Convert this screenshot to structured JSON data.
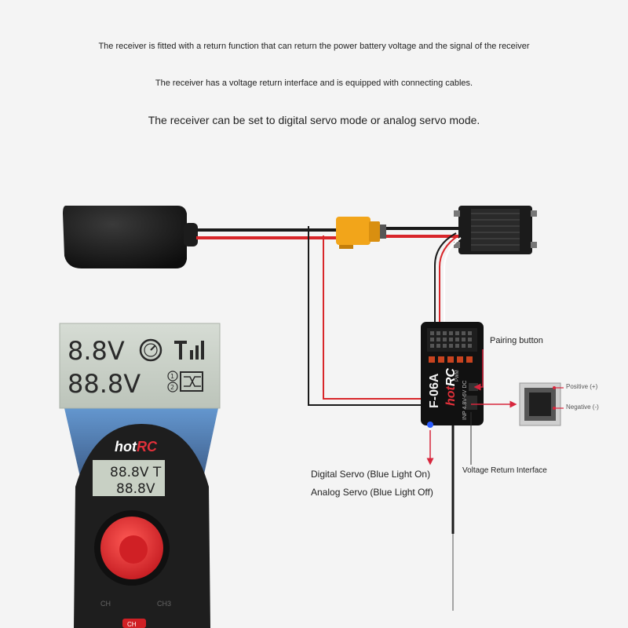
{
  "headings": {
    "line1": "The receiver is fitted with a return function that can return the power battery voltage and the signal of the receiver",
    "line2": "The receiver has a voltage return interface and is equipped with connecting cables.",
    "line3": "The receiver can be set to digital servo mode or analog servo mode."
  },
  "display": {
    "voltage_1": "8.8V",
    "voltage_2": "88.8V",
    "signal_text": "T",
    "index_1": "1",
    "index_2": "2"
  },
  "transmitter": {
    "brand_hot": "hot",
    "brand_rc": "RC",
    "screen_line1": "88.8V T",
    "screen_line2": "88.8V",
    "button_label": "CH",
    "left_label": "CH",
    "right_label": "CH3"
  },
  "receiver": {
    "model": "F-06A",
    "brand_hot": "hot",
    "brand_rc": "RC",
    "port_text": "INP 4.8V-6V DC",
    "pwm_label": "PWM"
  },
  "annotations": {
    "pairing_button": "Pairing button",
    "positive": "Positive (+)",
    "negative": "Negative (-)",
    "digital_servo": "Digital Servo (Blue Light On)",
    "analog_servo": "Analog Servo (Blue Light Off)",
    "voltage_return": "Voltage Return Interface"
  },
  "colors": {
    "background": "#f4f4f4",
    "wire_red": "#d8262a",
    "wire_black": "#1a1a1a",
    "connector_yellow": "#f2a51a",
    "arrow_red": "#d7263d",
    "lcd_green": "#c8d0c4",
    "brand_red": "#e0303a",
    "receiver_led_blue": "#2a5cff"
  },
  "icons": [
    "battery-pack",
    "xt60-connector",
    "esc-module",
    "receiver-unit",
    "speedometer-icon",
    "signal-bars-icon",
    "servo-mode-icon",
    "antenna",
    "sensor-plug"
  ]
}
